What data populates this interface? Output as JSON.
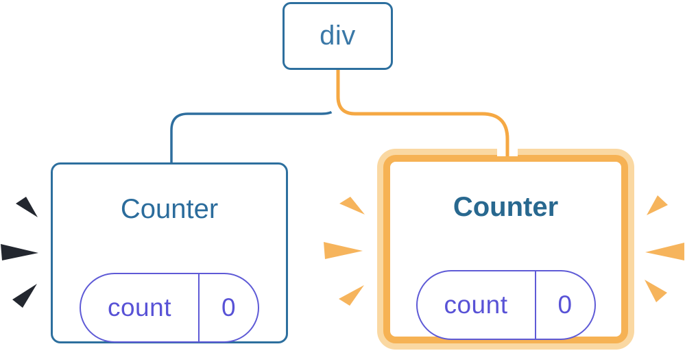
{
  "figure": {
    "root": {
      "label": "div"
    },
    "left_counter": {
      "title": "Counter",
      "state_key": "count",
      "state_value": "0",
      "highlighted": false,
      "burst_color": "#23272f"
    },
    "right_counter": {
      "title": "Counter",
      "state_key": "count",
      "state_value": "0",
      "highlighted": true,
      "burst_color": "#f6b45c",
      "highlight_border": "#f6b254",
      "highlight_ring": "#fad8a2"
    },
    "edges": [
      {
        "name": "root-to-left-counter",
        "color": "#2e6e9e",
        "highlighted": false
      },
      {
        "name": "root-to-right-counter",
        "color": "#f5a843",
        "casing": "#ffffff",
        "highlighted": true
      }
    ],
    "colors": {
      "node_border_blue": "#2d6f9e",
      "node_text_blue": "#3a78a7",
      "title_blue": "#2b6c9c",
      "state_purple": "#5e5ad6",
      "wire_orange": "#f5a843",
      "card_orange_border": "#f6b254",
      "card_orange_ring": "#fad8a2",
      "burst_orange": "#f6b45c",
      "burst_dark": "#23272f",
      "background": "#ffffff"
    }
  }
}
